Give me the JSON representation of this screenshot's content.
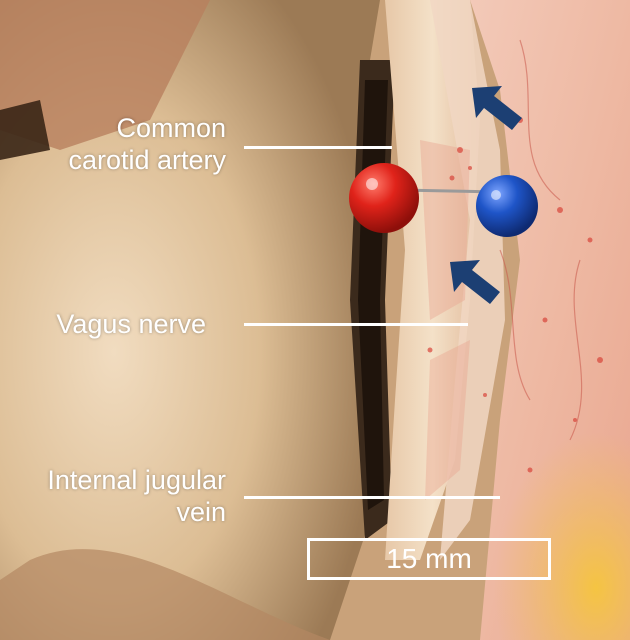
{
  "labels": {
    "common_carotid_line1": "Common",
    "common_carotid_line2": "carotid artery",
    "vagus": "Vagus nerve",
    "ijv_line1": "Internal jugular",
    "ijv_line2": "vein"
  },
  "scale_bar": {
    "text": "15 mm"
  },
  "colors": {
    "red_pin": "#e0231a",
    "blue_pin": "#1f55c8",
    "arrow": "#1c3f73",
    "tissue": "#e3c6a6"
  },
  "icons": [
    "arrow-upper",
    "arrow-lower",
    "red-pin",
    "blue-pin"
  ]
}
